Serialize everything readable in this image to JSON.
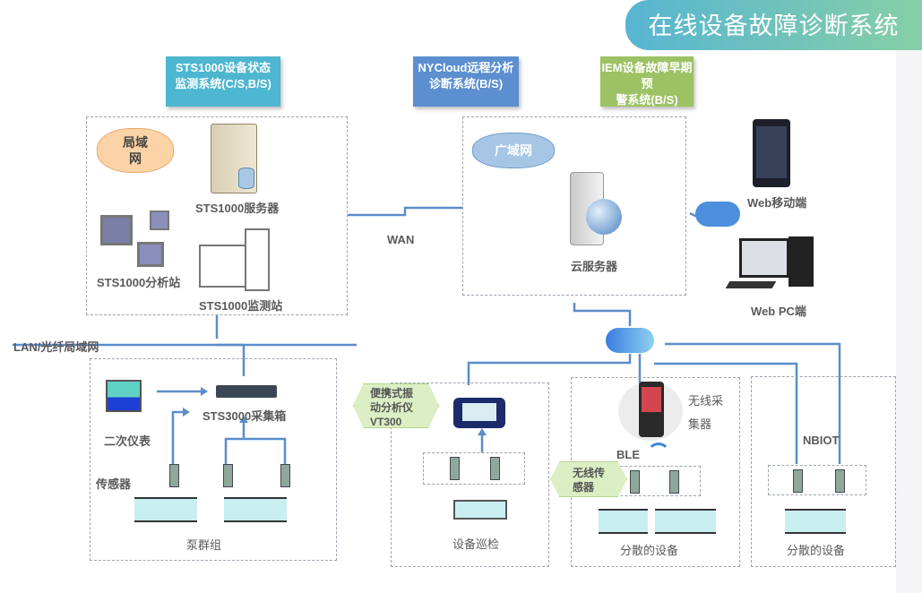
{
  "title": "在线设备故障诊断系统",
  "callouts": {
    "sts1000": "STS1000设备状态监测系统(C/S,B/S)",
    "sts1000_line1": "STS1000设备状态",
    "sts1000_line2": "监测系统(C/S,B/S)",
    "nycloud_line1": "NYCloud远程分析",
    "nycloud_line2": "诊断系统(B/S)",
    "iem_line1": "IEM设备故障早期预",
    "iem_line2": "警系统(B/S)"
  },
  "colors": {
    "sts1000_callout": "#4db6d0",
    "nycloud_callout": "#5b8fcf",
    "iem_callout": "#9cc263",
    "link_line": "#5b8dc9",
    "title_gradient_start": "#57b5d2",
    "title_gradient_end": "#86cfa6"
  },
  "lan_box": {
    "cloud_label_line1": "局域",
    "cloud_label_line2": "网",
    "server_label": "STS1000服务器",
    "analysis_label": "STS1000分析站",
    "monitor_label": "STS1000监测站"
  },
  "wan_label": "WAN",
  "wan_box": {
    "cloud_label": "广域网",
    "server_label": "云服务器"
  },
  "clients": {
    "mobile_label": "Web移动端",
    "pc_label": "Web PC端"
  },
  "lan_fiber_label": "LAN/光纤局域网",
  "pump_box": {
    "instrument_label": "二次仪表",
    "collector_label": "STS3000采集箱",
    "sensor_label": "传感器",
    "pump_label": "泵群组"
  },
  "inspection_box": {
    "device_tag_line1": "便携式振",
    "device_tag_line2": "动分析仪",
    "device_tag_line3": "VT300",
    "label": "设备巡检"
  },
  "wireless_box": {
    "collector_line1": "无线采",
    "collector_line2": "集器",
    "ble_label": "BLE",
    "sensor_tag_line1": "无线传",
    "sensor_tag_line2": "感器",
    "label": "分散的设备"
  },
  "nbiot_box": {
    "nbiot_label": "NBIOT",
    "label": "分散的设备"
  }
}
